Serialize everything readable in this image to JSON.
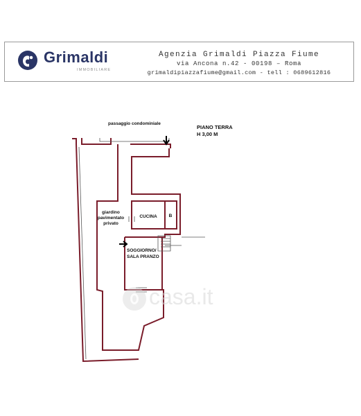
{
  "header": {
    "logo_name": "Grimaldi",
    "logo_sub": "IMMOBILIARE",
    "agency_name": "Agenzia Grimaldi Piazza Fiume",
    "address": "via Ancona n.42  - 00198 – Roma",
    "contact": "grimaldipiazzafiume@gmail.com - tell : 0689612816",
    "brand_color": "#2a3566"
  },
  "plan": {
    "title": "PIANO TERRA",
    "height_label": "H 3,00 M",
    "passage_label": "passaggio condominiale",
    "garden_label_1": "giardino",
    "garden_label_2": "pavimentato",
    "garden_label_3": "privato",
    "kitchen_label": "CUCINA",
    "bath_label": "B",
    "living_label_1": "SOGGIORNO/",
    "living_label_2": "SALA PRANZO",
    "wall_color": "#7a1c2a"
  },
  "watermark": "casa.it"
}
